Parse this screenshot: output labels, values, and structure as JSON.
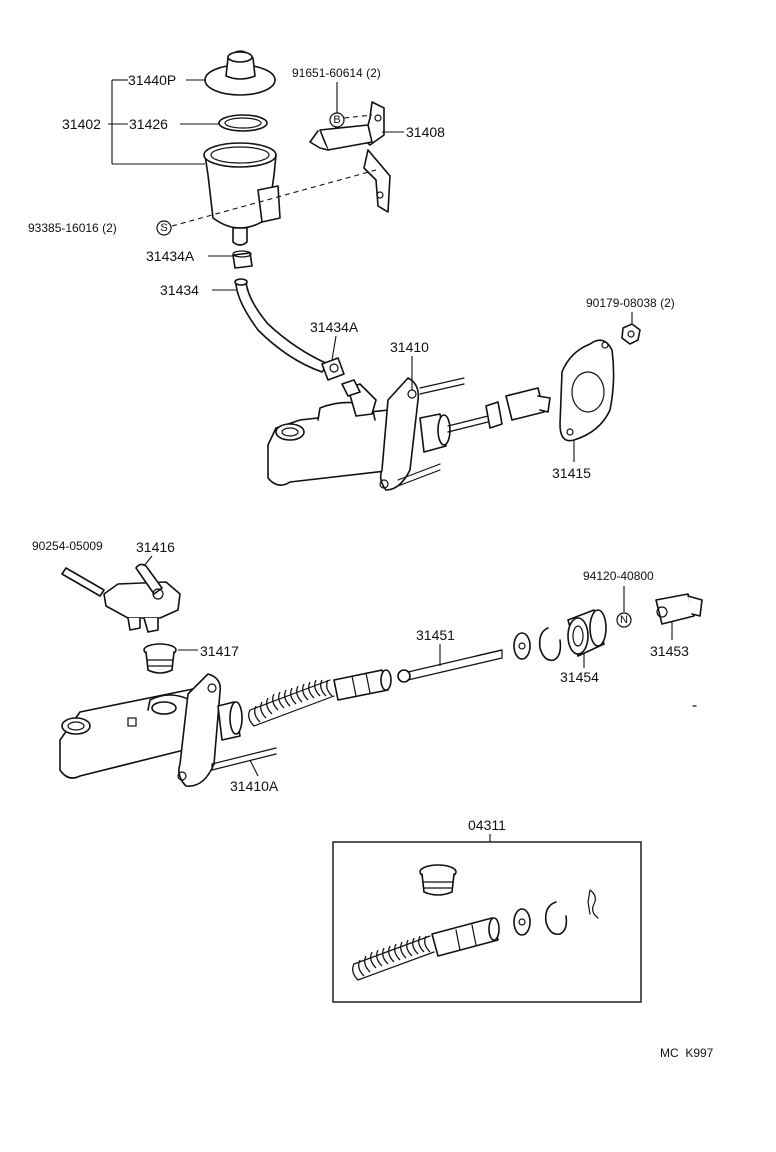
{
  "labels": {
    "p31440P": "31440P",
    "p91651": "91651-60614 (2)",
    "p31402": "31402",
    "p31426": "31426",
    "p31408": "31408",
    "p93385": "93385-16016 (2)",
    "p31434A_top": "31434A",
    "p31434": "31434",
    "p31434A_mid": "31434A",
    "p90179": "90179-08038 (2)",
    "p31410": "31410",
    "p31415": "31415",
    "p90254": "90254-05009",
    "p31416": "31416",
    "p31417": "31417",
    "p94120": "94120-40800",
    "p31451": "31451",
    "p31453": "31453",
    "p31454": "31454",
    "p31410A": "31410A",
    "p04311": "04311"
  },
  "symbols": {
    "bolt": "B",
    "screw": "S",
    "nut": "N"
  },
  "footer": {
    "code": "MC  K997"
  }
}
